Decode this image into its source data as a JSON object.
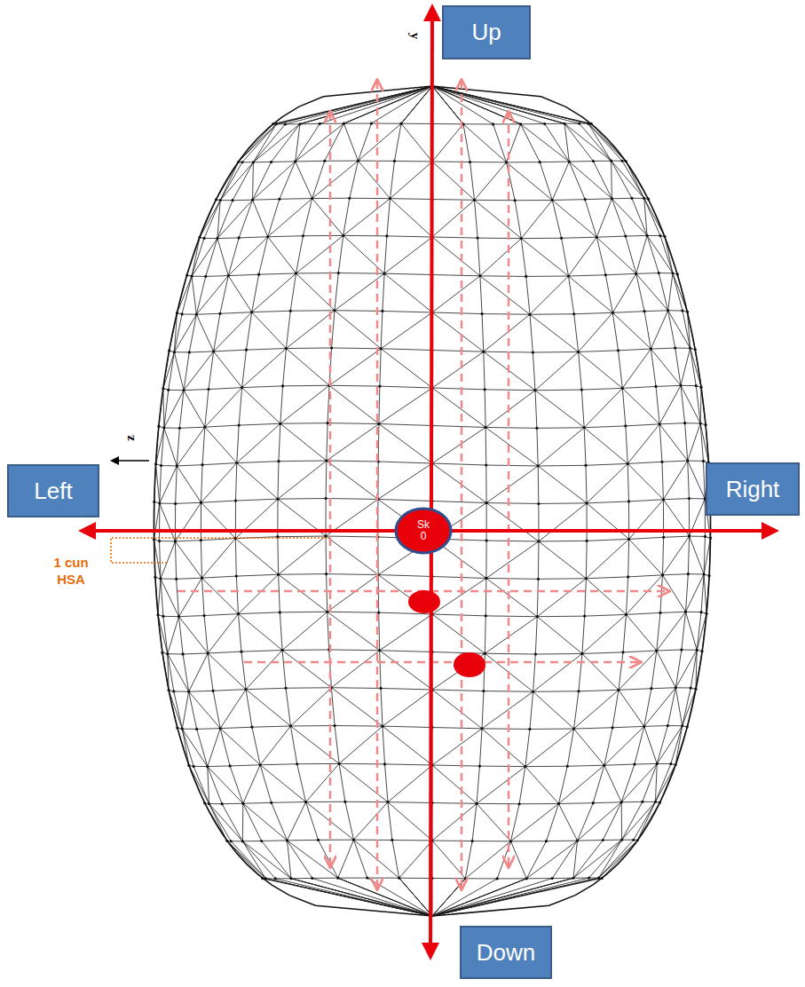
{
  "diagram": {
    "nodes": [
      {
        "text": [
          "Up"
        ]
      },
      {
        "text": [
          "Left"
        ]
      },
      {
        "text": [
          "Sk 0"
        ]
      },
      {
        "text": [
          "Right"
        ]
      },
      {
        "text": [
          "Down"
        ]
      }
    ],
    "labels": [
      "y",
      "z",
      "1 cun HSA"
    ]
  }
}
